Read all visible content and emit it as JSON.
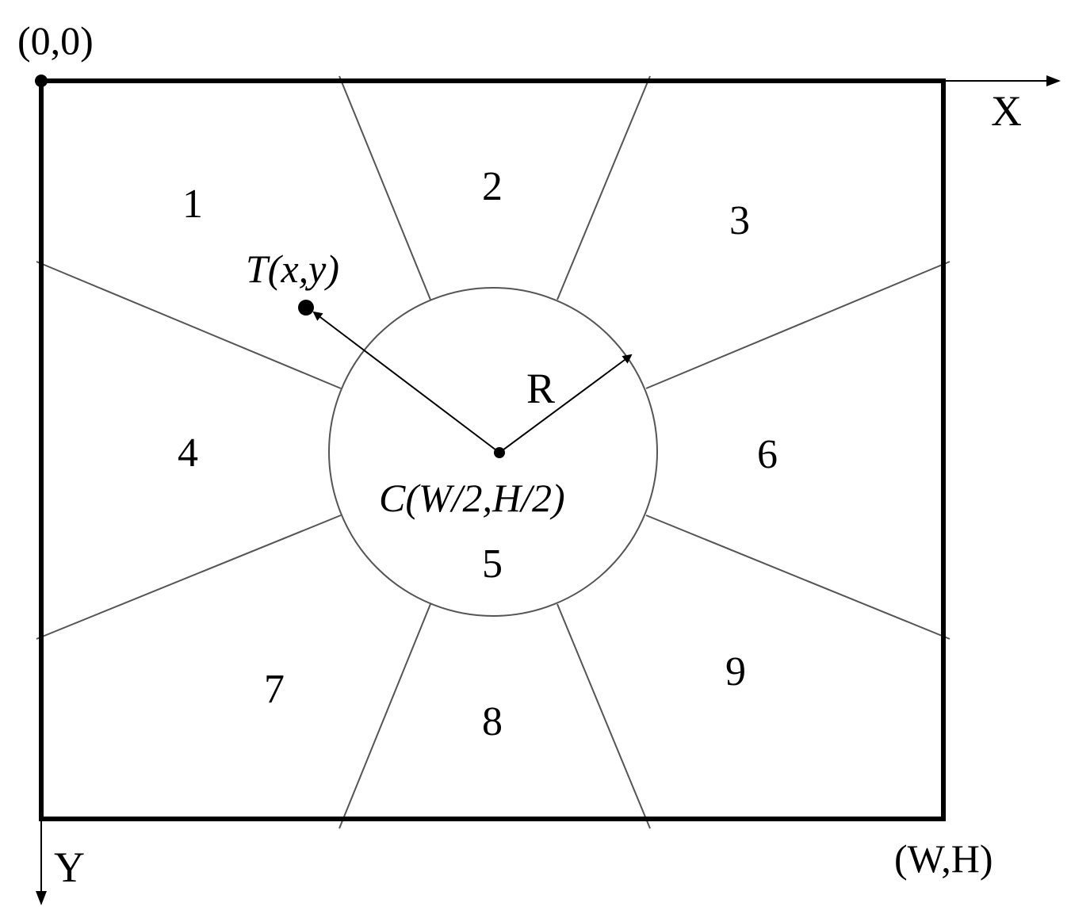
{
  "labels": {
    "origin": "(0,0)",
    "x_axis": "X",
    "y_axis": "Y",
    "corner": "(W,H)",
    "point_t": "T(x,y)",
    "radius": "R",
    "center": "C(W/2,H/2)"
  },
  "regions": [
    "1",
    "2",
    "3",
    "4",
    "5",
    "6",
    "7",
    "8",
    "9"
  ],
  "colors": {
    "stroke": "#000000",
    "thin_line": "#555555",
    "background": "#ffffff"
  }
}
